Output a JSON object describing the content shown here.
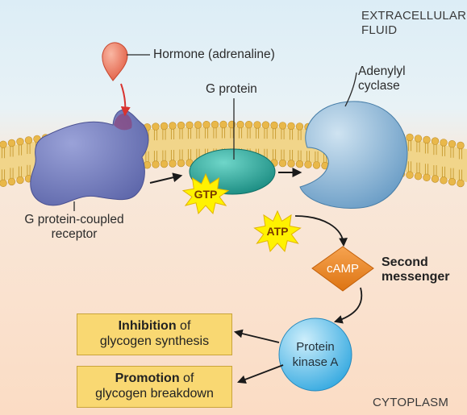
{
  "regions": {
    "extracellular_line1": "EXTRACELLULAR",
    "extracellular_line2": "FLUID",
    "cytoplasm": "CYTOPLASM"
  },
  "labels": {
    "hormone": "Hormone (adrenaline)",
    "g_protein": "G protein",
    "adenylyl_line1": "Adenylyl",
    "adenylyl_line2": "cyclase",
    "receptor_line1": "G protein-coupled",
    "receptor_line2": "receptor",
    "second_line1": "Second",
    "second_line2": "messenger"
  },
  "nodes": {
    "gtp": "GTP",
    "atp": "ATP",
    "camp": "cAMP",
    "pka_line1": "Protein",
    "pka_line2": "kinase A"
  },
  "outcomes": [
    {
      "bold": "Inhibition",
      "rest": " of",
      "line2": "glycogen synthesis"
    },
    {
      "bold": "Promotion",
      "rest": " of",
      "line2": "glycogen breakdown"
    }
  ],
  "colors": {
    "extracellular_bg": "#dcedf6",
    "cytoplasm_bg": "#fbe0c8",
    "phospholipid_head": "#e9b84a",
    "receptor": "#7c86c4",
    "g_protein": "#2fb5a8",
    "adenylyl_cyclase": "#8fb9d8",
    "starburst": "#fff200",
    "camp": "#ee8a2c",
    "protein_kinase_a": "#6ec3ea",
    "outcome_box": "#f9d872",
    "hormone": "#ee7e6b",
    "arrow_red": "#d8332f"
  }
}
